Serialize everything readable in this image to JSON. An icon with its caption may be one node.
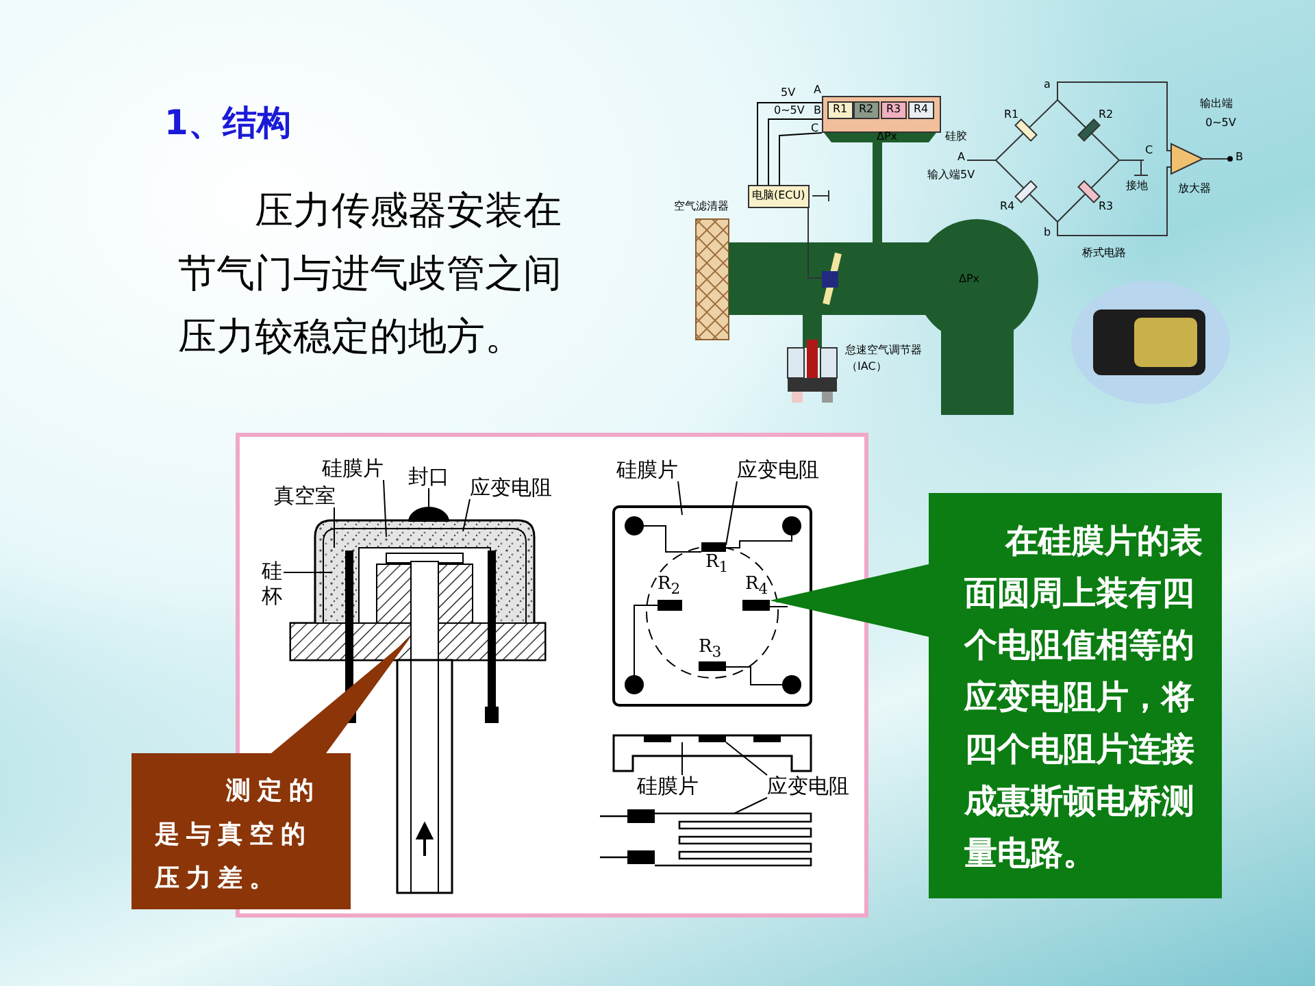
{
  "diagram": {
    "title": "1、结构",
    "nodes": [
      {
        "text": [
          "真空室"
        ]
      },
      {
        "text": [
          "硅膜片"
        ]
      },
      {
        "text": [
          "封口"
        ]
      },
      {
        "text": [
          "应变电阻"
        ]
      },
      {
        "text": [
          "硅杯"
        ]
      },
      {
        "text": [
          "硅膜片"
        ]
      },
      {
        "text": [
          "应变电阻"
        ]
      },
      {
        "text": [],
        "shape": "bar",
        "beside": [
          "R$_{4}$"
        ]
      },
      {
        "text": [
          "硅膜片"
        ]
      },
      {
        "text": [
          "应变电阻"
        ]
      },
      {
        "text": [
          "电脑(ECU)"
        ]
      },
      {
        "text": [
          "R1"
        ],
        "in": 18
      },
      {
        "text": [
          "R2"
        ],
        "in": 18
      },
      {
        "text": [
          "R3"
        ],
        "in": 18
      },
      {
        "text": [
          "R4"
        ],
        "in": 18
      },
      {
        "text": [
          "在硅膜片的表面圆周上装有四个电阻值相等的应变电阻片，将四个电阻片连接成惠斯顿电桥测量电路。"
        ]
      },
      {
        "text": [
          "测定的是与真空的压力差。"
        ]
      },
      {
        "text": [],
        "shape": "bar",
        "beside": [
          "R$_{1}$"
        ]
      },
      {
        "text": [],
        "shape": "box"
      }
    ],
    "edges": [
      {
        "from": 0,
        "to": null,
        "arrow": "none"
      },
      {
        "from": 1,
        "to": null,
        "arrow": "none"
      },
      {
        "from": 2,
        "to": null,
        "arrow": "none"
      },
      {
        "from": 3,
        "to": null,
        "arrow": "none"
      },
      {
        "from": 4,
        "to": null,
        "arrow": "none"
      },
      {
        "from": 5,
        "to": null,
        "arrow": "none"
      },
      {
        "from": 6,
        "to": 17,
        "arrow": "none"
      },
      {
        "from": 8,
        "to": null,
        "arrow": "none"
      },
      {
        "from": 9,
        "to": null,
        "arrow": "none"
      },
      {
        "from": 9,
        "to": null,
        "arrow": "none"
      },
      {
        "from": 15,
        "to": 7,
        "arrow": "to"
      },
      {
        "from": 16,
        "to": null,
        "arrow": "to"
      },
      {
        "from": 10,
        "to": 18,
        "arrow": "none"
      },
      {
        "from": 10,
        "to": 18,
        "arrow": "none"
      },
      {
        "from": 10,
        "to": 18,
        "arrow": "none"
      }
    ],
    "labels": [
      "压力传感器安装在节气门与进气歧管之间压力较稳定的地方。",
      "5V",
      "A",
      "0~5V",
      "B",
      "C",
      "硅胶",
      "空气滤清器",
      "ΔPx",
      "ΔPx",
      "怠速空气调节器",
      "（IAC）",
      "a",
      "R1",
      "R2",
      "A",
      "输入端5V",
      "C",
      "接地",
      "R4",
      "R3",
      "b",
      "输出端",
      "0~5V",
      "B",
      "放大器",
      "桥式电路",
      "R$_{2}$",
      "R$_{3}$"
    ]
  }
}
